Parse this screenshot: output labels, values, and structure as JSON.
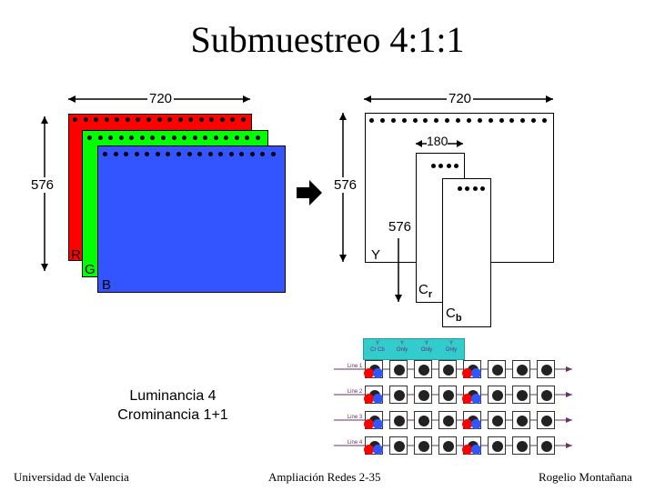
{
  "title": "Submuestreo 4:1:1",
  "rgb": {
    "width": "720",
    "height": "576",
    "r": "R",
    "g": "G",
    "b": "B"
  },
  "ycc": {
    "width": "720",
    "chroma_width": "180",
    "chroma_height": "576",
    "height": "576",
    "y": "Y",
    "cr": "C",
    "cr_sub": "r",
    "cb": "C",
    "cb_sub": "b"
  },
  "summary": {
    "line1": "Luminancia 4",
    "line2": "Crominancia 1+1"
  },
  "grid": {
    "header": [
      {
        "top": "Y",
        "bottom": "Cr Cb"
      },
      {
        "top": "Y",
        "bottom": "Only"
      },
      {
        "top": "Y",
        "bottom": "Only"
      },
      {
        "top": "Y",
        "bottom": "Only"
      }
    ],
    "lines": [
      "Line 1",
      "Line 2",
      "Line 3",
      "Line 4"
    ]
  },
  "footer": {
    "left": "Universidad de Valencia",
    "center": "Ampliación Redes 2-35",
    "right": "Rogelio Montañana"
  },
  "colors": {
    "red": "#ff0000",
    "green": "#00ff00",
    "blue": "#3355ff",
    "teal": "#33cccc",
    "arrow": "#663366"
  }
}
